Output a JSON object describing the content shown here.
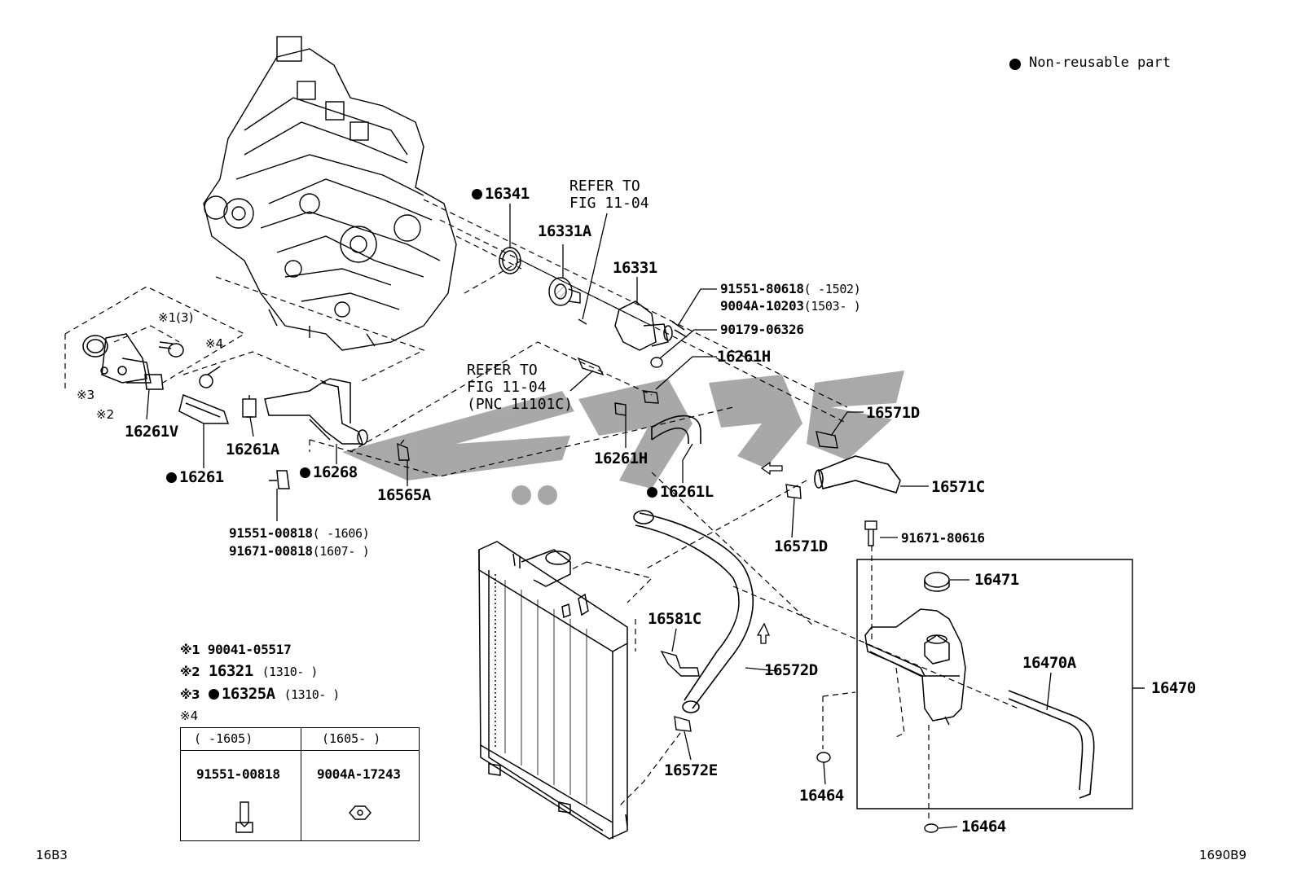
{
  "legend": {
    "nonreusable_text": "Non-reusable part"
  },
  "refs": {
    "refer_to_top": "REFER TO",
    "fig_top": "FIG 11-04",
    "refer_to_mid": "REFER TO",
    "fig_mid": "FIG 11-04",
    "pnc_mid": "(PNC 11101C)"
  },
  "parts": {
    "p16341": "16341",
    "p16331A": "16331A",
    "p16331": "16331",
    "p91551_80618": "91551-80618",
    "p91551_80618_range": "(     -1502)",
    "p9004A_10203": "9004A-10203",
    "p9004A_10203_range": "(1503-     )",
    "p90179_06326": "90179-06326",
    "p16261H_a": "16261H",
    "p16261H_b": "16261H",
    "p16571D_a": "16571D",
    "p16571C": "16571C",
    "p16571D_b": "16571D",
    "p16261L": "16261L",
    "p16565A": "16565A",
    "p16268": "16268",
    "p16261": "16261",
    "p16261A": "16261A",
    "p16261V": "16261V",
    "p91551_00818": "91551-00818",
    "p91551_00818_range": "(     -1606)",
    "p91671_00818": "91671-00818",
    "p91671_00818_range": "(1607-     )",
    "p91671_80616": "91671-80616",
    "p16471": "16471",
    "p16470A": "16470A",
    "p16470": "16470",
    "p16464_a": "16464",
    "p16464_b": "16464",
    "p16581C": "16581C",
    "p16572D": "16572D",
    "p16572E": "16572E"
  },
  "marks": {
    "m1_3": "※1(3)",
    "m4": "※4",
    "m3": "※3",
    "m2": "※2"
  },
  "notes": {
    "n1_mark": "※1",
    "n1_part": "90041-05517",
    "n2_mark": "※2",
    "n2_part": "16321",
    "n2_range": "(1310-     )",
    "n3_mark": "※3",
    "n3_part": "16325A",
    "n3_range": "(1310-     )",
    "n4_mark": "※4"
  },
  "table": {
    "col1_header": "(     -1605)",
    "col2_header": "(1605-     )",
    "col1_part": "91551-00818",
    "col2_part": "9004A-17243"
  },
  "footer": {
    "left_code": "16B3",
    "right_code": "1690B9"
  }
}
